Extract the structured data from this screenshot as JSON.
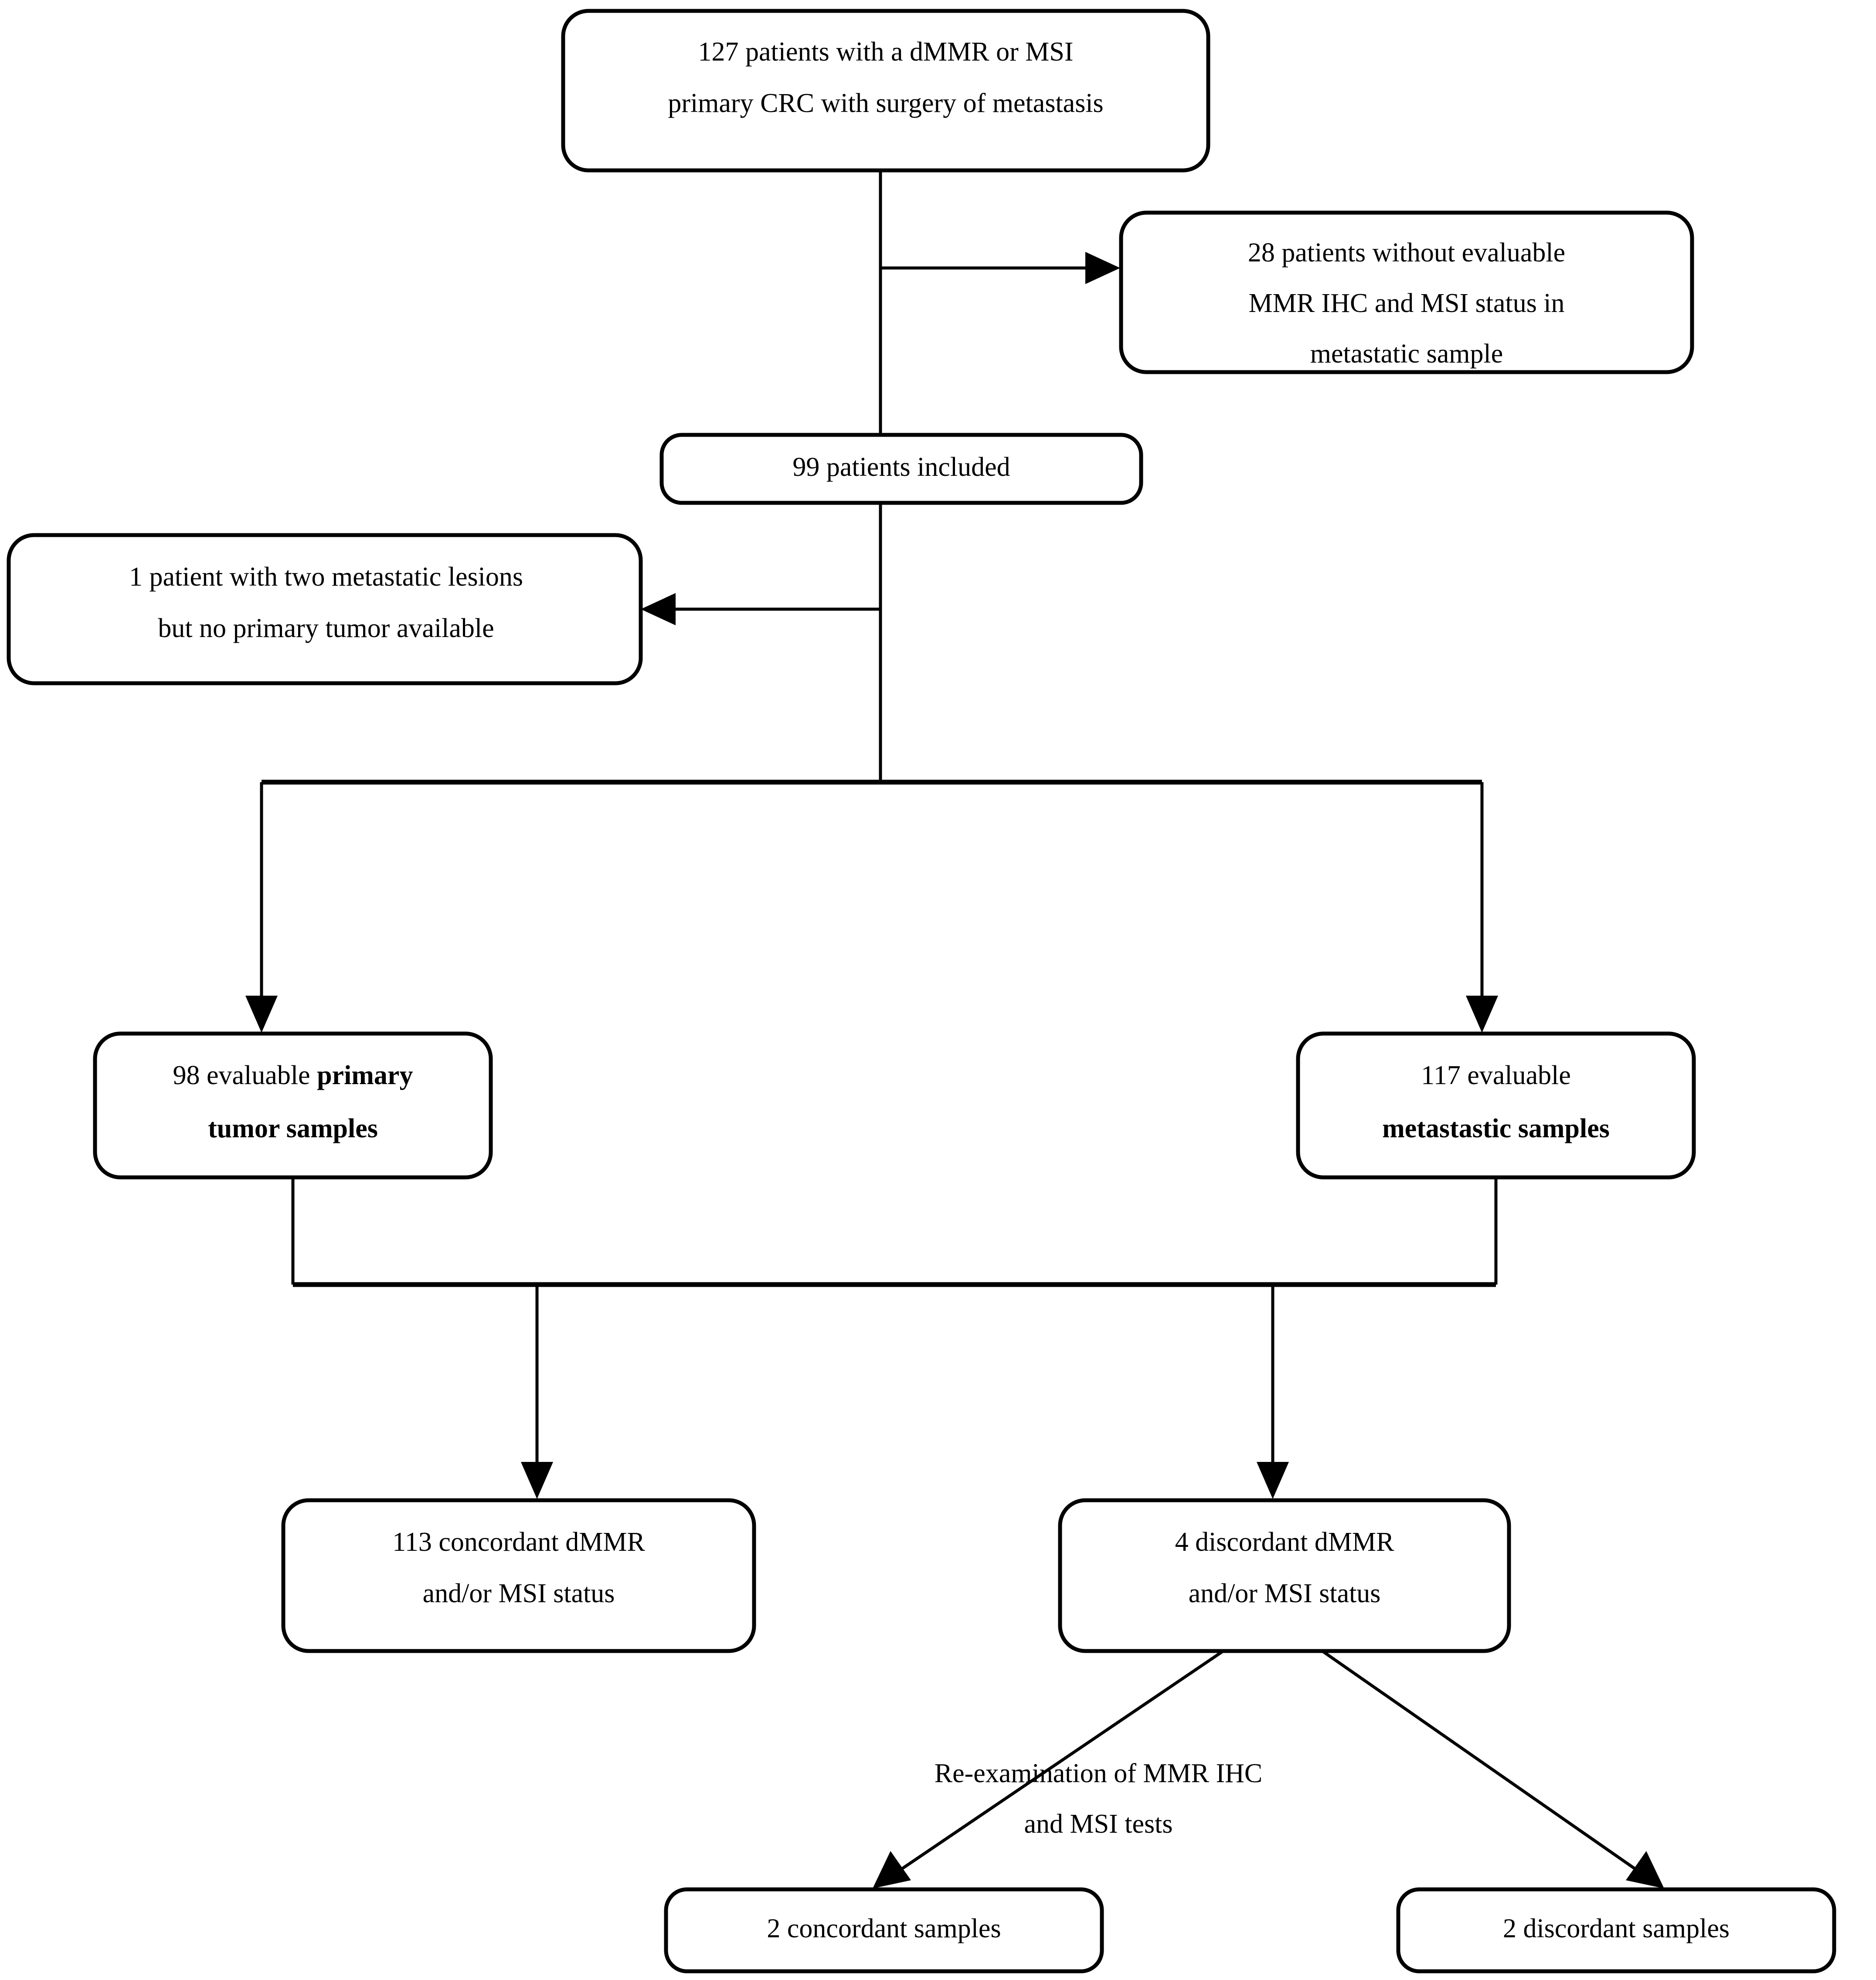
{
  "figure": {
    "type": "flowchart",
    "title": "Patient and sample selection flow diagram for dMMR/MSI colorectal cancer concordance study",
    "background_color": "#ffffff",
    "line_color": "#000000",
    "text_color": "#000000"
  },
  "nodes": [
    {
      "id": "cohort",
      "name": "initial-cohort-box",
      "lines": [
        {
          "text": "127 patients with a dMMR or MSI",
          "bold": false
        },
        {
          "text": "primary CRC with surgery of metastasis",
          "bold": false
        }
      ],
      "count": 127
    },
    {
      "id": "excluded",
      "name": "excluded-no-evaluable-status-box",
      "lines": [
        {
          "text": "28 patients without evaluable",
          "bold": false
        },
        {
          "text": "MMR IHC and MSI status in",
          "bold": false
        },
        {
          "text": "metastatic sample",
          "bold": false
        }
      ],
      "count": 28
    },
    {
      "id": "included",
      "name": "included-patients-box",
      "lines": [
        {
          "text": "99 patients included",
          "bold": false
        }
      ],
      "count": 99
    },
    {
      "id": "excluded2",
      "name": "excluded-no-primary-tumor-box",
      "lines": [
        {
          "text": "1 patient with two metastatic lesions",
          "bold": false
        },
        {
          "text": "but no primary tumor available",
          "bold": false
        }
      ],
      "count": 1
    },
    {
      "id": "primary",
      "name": "evaluable-primary-samples-box",
      "lines": [
        {
          "text": "98 evaluable ",
          "bold": false,
          "tail": "primary",
          "tail_bold": true
        },
        {
          "text": "tumor samples",
          "bold": true
        }
      ],
      "count": 98
    },
    {
      "id": "metastatic",
      "name": "evaluable-metastatic-samples-box",
      "lines": [
        {
          "text": "117 evaluable",
          "bold": false
        },
        {
          "text": "metastastic samples",
          "bold": true
        }
      ],
      "count": 117
    },
    {
      "id": "concordant",
      "name": "concordant-status-box",
      "lines": [
        {
          "text": "113 concordant dMMR",
          "bold": false
        },
        {
          "text": "and/or MSI status",
          "bold": false
        }
      ],
      "count": 113
    },
    {
      "id": "discordant",
      "name": "discordant-status-box",
      "lines": [
        {
          "text": "4 discordant dMMR",
          "bold": false
        },
        {
          "text": "and/or MSI status",
          "bold": false
        }
      ],
      "count": 4
    },
    {
      "id": "reconcordant",
      "name": "reexamined-concordant-samples-box",
      "lines": [
        {
          "text": "2 concordant samples",
          "bold": false
        }
      ],
      "count": 2
    },
    {
      "id": "rediscordant",
      "name": "reexamined-discordant-samples-box",
      "lines": [
        {
          "text": "2 discordant samples",
          "bold": false
        }
      ],
      "count": 2
    }
  ],
  "edge_labels": [
    {
      "id": "reexam",
      "name": "reexamination-edge-label",
      "lines": [
        "Re-examination of MMR IHC",
        "and MSI tests"
      ]
    }
  ],
  "text": {
    "cohort_l1": "127 patients with a dMMR or MSI",
    "cohort_l2": "primary CRC with surgery of metastasis",
    "excluded_l1": "28 patients without evaluable",
    "excluded_l2": "MMR IHC and MSI status in",
    "excluded_l3": "metastatic sample",
    "included_l1": "99 patients included",
    "excluded2_l1": "1 patient with two metastatic lesions",
    "excluded2_l2": "but no primary tumor available",
    "primary_l1_plain": "98 evaluable ",
    "primary_l1_bold": "primary",
    "primary_l2_bold": "tumor samples",
    "metastatic_l1": "117 evaluable",
    "metastatic_l2_bold": "metastastic samples",
    "concordant_l1": "113 concordant dMMR",
    "concordant_l2": "and/or MSI status",
    "discordant_l1": "4 discordant dMMR",
    "discordant_l2": "and/or MSI status",
    "reexam_l1": "Re-examination of MMR IHC",
    "reexam_l2": "and MSI tests",
    "reconcordant_l1": "2 concordant samples",
    "rediscordant_l1": "2 discordant samples"
  }
}
